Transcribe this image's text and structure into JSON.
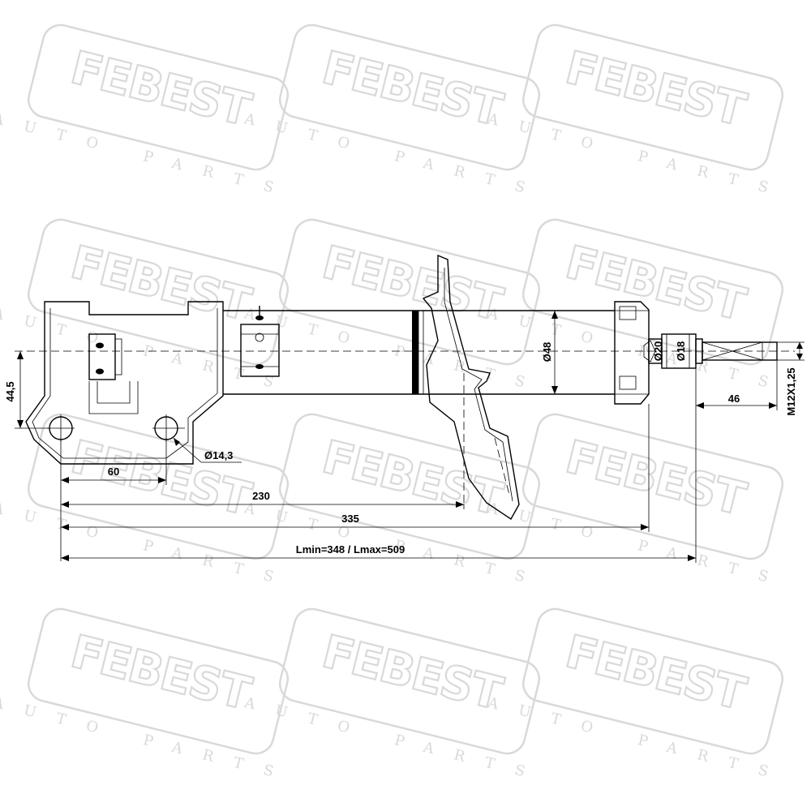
{
  "watermark": {
    "brand": "FEBEST",
    "tagline": "AUTO PARTS"
  },
  "dimensions": {
    "hole_spacing": "60",
    "bracket_height": "44,5",
    "hole_diameter": "Ø14,3",
    "spring_seat_distance": "230",
    "body_length": "335",
    "overall_length": "Lmin=348 / Lmax=509",
    "body_diameter": "Ø48",
    "rod_diameter_20": "Ø20",
    "rod_diameter_18": "Ø18",
    "thread_length": "46",
    "thread": "M12X1,25"
  }
}
